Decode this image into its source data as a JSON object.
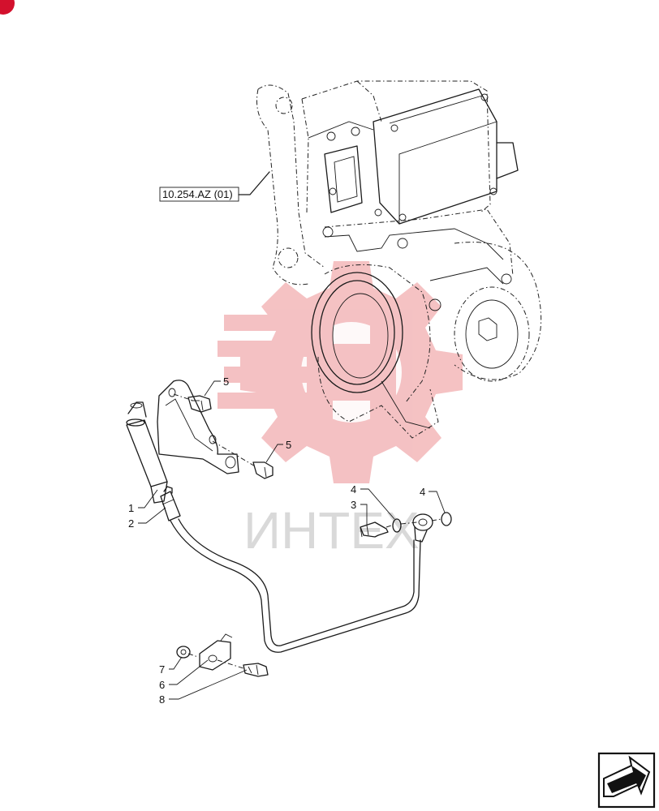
{
  "reference_label": "10.254.AZ (01)",
  "watermark_text": "ИНТЕХ",
  "colors": {
    "line": "#1a1a1a",
    "watermark_gear": "#f3b7b9",
    "watermark_text": "#d9d9d9",
    "corner_badge": "#d3112d"
  },
  "callouts": [
    {
      "id": "c1",
      "number": "1"
    },
    {
      "id": "c2",
      "number": "2"
    },
    {
      "id": "c3",
      "number": "3"
    },
    {
      "id": "c4a",
      "number": "4"
    },
    {
      "id": "c4b",
      "number": "4"
    },
    {
      "id": "c5a",
      "number": "5"
    },
    {
      "id": "c5b",
      "number": "5"
    },
    {
      "id": "c6",
      "number": "6"
    },
    {
      "id": "c7",
      "number": "7"
    },
    {
      "id": "c8",
      "number": "8"
    }
  ],
  "icons": {
    "next_page": "next-page-arrow-icon",
    "corner": "corner-badge-icon"
  }
}
